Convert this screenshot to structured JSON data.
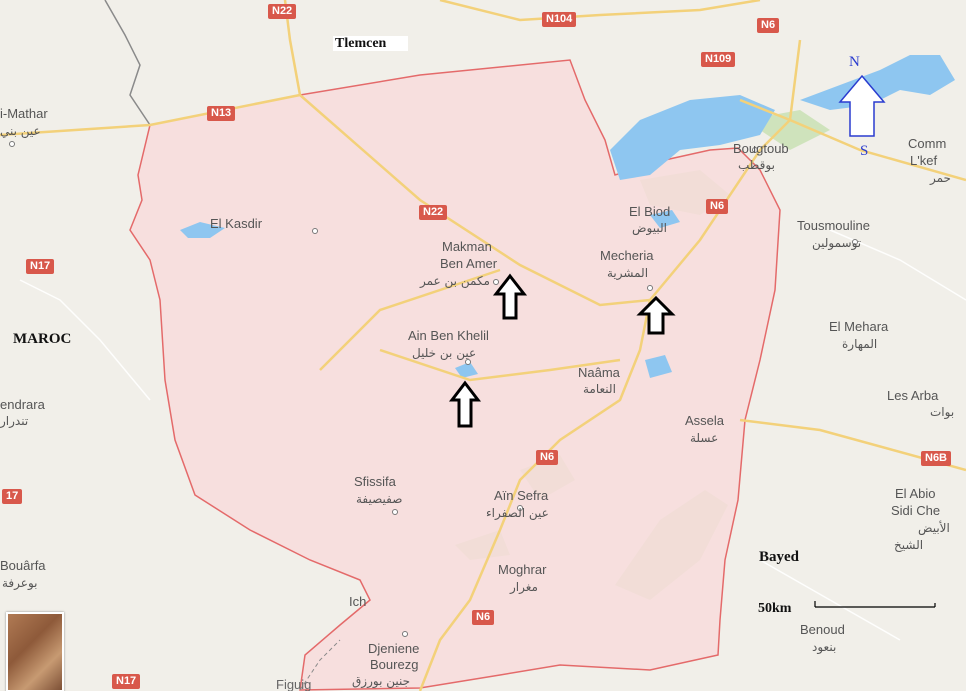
{
  "title": "Tlemcen",
  "places": {
    "tlemcen": "Tlemcen",
    "maroc": "MAROC",
    "bayed": "Bayed",
    "bougtoub": "Bougtoub",
    "bougtoub_ar": "بوقطب",
    "el_kasdir": "El Kasdir",
    "el_biod": "El Biod",
    "el_biod_ar": "البيوض",
    "mecheria": "Mecheria",
    "mecheria_ar": "المشرية",
    "makman_1": "Makman",
    "makman_2": "Ben Amer",
    "makman_ar": "مكمن بن عمر",
    "ain_ben_khelil": "Ain Ben Khelil",
    "ain_ben_khelil_ar": "عين بن خليل",
    "naama": "Naâma",
    "naama_ar": "النعامة",
    "assela": "Assela",
    "assela_ar": "عسلة",
    "sfissifa": "Sfissifa",
    "sfissifa_ar": "صفيصيفة",
    "ain_sefra": "Aïn Sefra",
    "ain_sefra_ar": "عين الصفراء",
    "moghrar": "Moghrar",
    "moghrar_ar": "مغرار",
    "djeniene_1": "Djeniene",
    "djeniene_2": "Bourezg",
    "djeniene_ar": "جنين بورزق",
    "ich": "Ich",
    "figuig": "Figuig",
    "tousmouline": "Tousmouline",
    "tousmouline_ar": "توسمولين",
    "el_mehara": "El Mehara",
    "el_mehara_ar": "المهارة",
    "les_arba": "Les Arba",
    "les_arba_ar": "بوات",
    "el_abiod_1": "El Abio",
    "el_abiod_2": "Sidi Che",
    "el_abiod_ar1": "الأبيض",
    "el_abiod_ar2": "الشيخ",
    "benoud": "Benoud",
    "benoud_ar": "بنعود",
    "comm_1": "Comm",
    "comm_2": "L'kef",
    "comm_ar": "حمر",
    "mathar": "i-Mathar",
    "mathar_ar": "عين بني",
    "endrara": "endrara",
    "endrara_ar": "تندرار",
    "bouarfa": "Bouârfa",
    "bouarfa_ar": "بوعرفة"
  },
  "roads": {
    "n22_top": "N22",
    "n104": "N104",
    "n6_top": "N6",
    "n109": "N109",
    "n13": "N13",
    "n22_mid": "N22",
    "n6_mecheria": "N6",
    "n17_left": "N17",
    "n17_left2": "17",
    "n6_mid": "N6",
    "n6b": "N6B",
    "n6_bottom": "N6",
    "n17_bottom": "N17"
  },
  "compass": {
    "north": "N",
    "south": "S"
  },
  "scale": {
    "label": "50km"
  },
  "colors": {
    "region_fill": "#f8dcdc",
    "region_stroke": "#e46a6a",
    "water": "#8ec6f0",
    "vegetation": "#c8e0b4",
    "road_major": "#f7d36a",
    "arrow_north": "#2a3ccf"
  }
}
